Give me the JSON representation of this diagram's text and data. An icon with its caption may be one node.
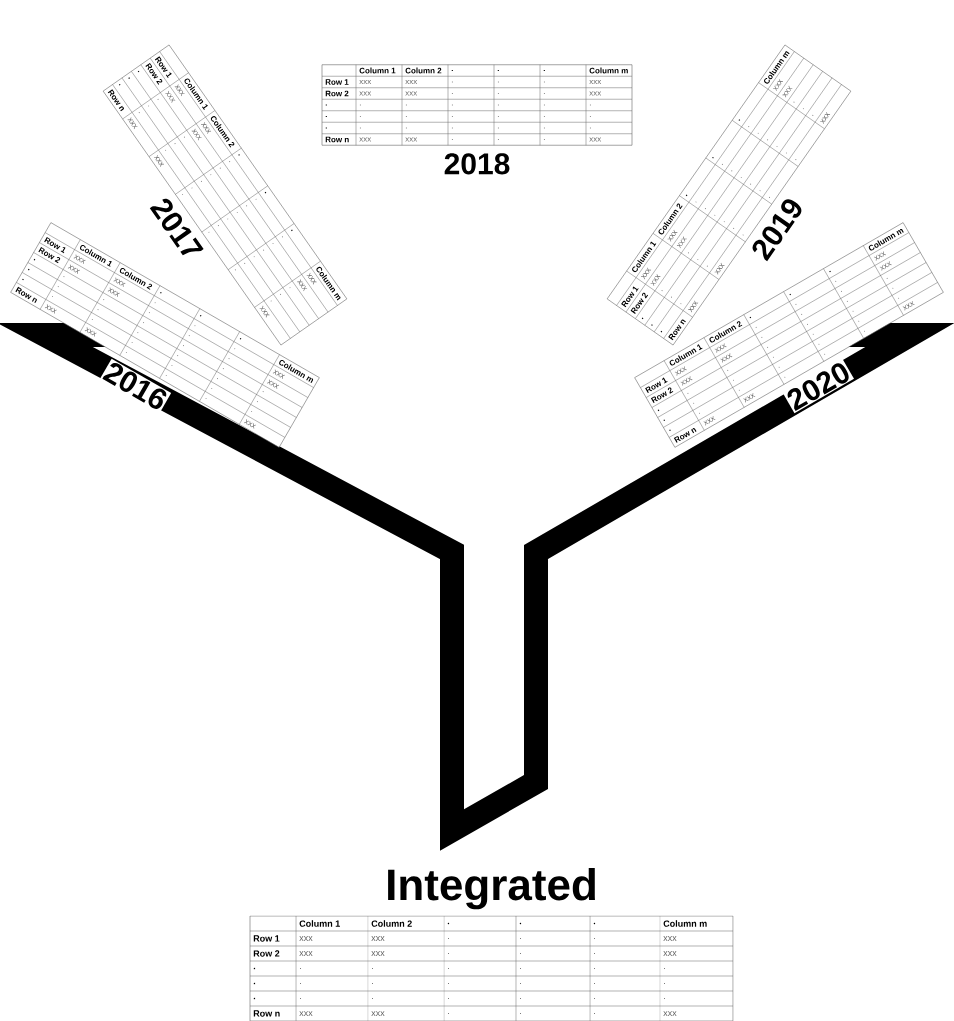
{
  "diagram": {
    "nodes": [
      {
        "text": [
          "2016"
        ]
      },
      {
        "text": [
          "2017"
        ]
      },
      {
        "text": [
          "2018"
        ]
      },
      {
        "text": [
          "2019"
        ]
      },
      {
        "text": [
          "2020"
        ]
      },
      {
        "text": [
          "Integrated"
        ]
      }
    ],
    "labels": [
      "Column 1",
      "Column 2",
      ".",
      ".",
      ".",
      "Column m",
      "Row 1",
      "xxx",
      "xxx",
      ".",
      ".",
      ".",
      "xxx",
      "Row 2",
      "xxx",
      "xxx",
      ".",
      ".",
      ".",
      "xxx",
      ".",
      ".",
      ".",
      ".",
      ".",
      ".",
      ".",
      ".",
      ".",
      ".",
      ".",
      ".",
      ".",
      ".",
      ".",
      ".",
      ".",
      ".",
      ".",
      ".",
      ".",
      "Row n",
      "xxx",
      "xxx",
      ".",
      ".",
      ".",
      "xxx",
      "Column 1",
      "Column 2",
      ".",
      ".",
      ".",
      "Column m",
      "Row 1",
      "xxx",
      "xxx",
      ".",
      ".",
      ".",
      "xxx",
      "Row 2",
      "xxx",
      "xxx",
      ".",
      ".",
      ".",
      "xxx",
      ".",
      ".",
      ".",
      ".",
      ".",
      ".",
      ".",
      ".",
      ".",
      ".",
      ".",
      ".",
      ".",
      ".",
      ".",
      ".",
      ".",
      ".",
      ".",
      ".",
      ".",
      "Row n",
      "xxx",
      "xxx",
      ".",
      ".",
      ".",
      "xxx",
      "Column 1",
      "Column 2",
      ".",
      ".",
      ".",
      "Column m",
      "Row 1",
      "xxx",
      "xxx",
      ".",
      ".",
      ".",
      "xxx",
      "Row 2",
      "xxx",
      "xxx",
      ".",
      ".",
      ".",
      "xxx",
      ".",
      ".",
      ".",
      ".",
      ".",
      ".",
      ".",
      ".",
      ".",
      ".",
      ".",
      ".",
      ".",
      ".",
      ".",
      ".",
      ".",
      ".",
      ".",
      ".",
      ".",
      "Row n",
      "xxx",
      "xxx",
      ".",
      ".",
      ".",
      "xxx",
      "Column 1",
      "Column 2",
      ".",
      ".",
      ".",
      "Column m",
      "Row 1",
      "xxx",
      "xxx",
      ".",
      ".",
      ".",
      "xxx",
      "Row 2",
      "xxx",
      "xxx",
      ".",
      ".",
      ".",
      "xxx",
      ".",
      ".",
      ".",
      ".",
      ".",
      ".",
      ".",
      ".",
      ".",
      ".",
      ".",
      ".",
      ".",
      ".",
      ".",
      ".",
      ".",
      ".",
      ".",
      ".",
      ".",
      "Row n",
      "xxx",
      "xxx",
      ".",
      ".",
      ".",
      "xxx",
      "Column 1",
      "Column 2",
      ".",
      ".",
      ".",
      "Column m",
      "Row 1",
      "xxx",
      "xxx",
      ".",
      ".",
      ".",
      "xxx",
      "Row 2",
      "xxx",
      "xxx",
      ".",
      ".",
      ".",
      "xxx",
      ".",
      ".",
      ".",
      ".",
      ".",
      ".",
      ".",
      ".",
      ".",
      ".",
      ".",
      ".",
      ".",
      ".",
      ".",
      ".",
      ".",
      ".",
      ".",
      ".",
      ".",
      "Row n",
      "xxx",
      "xxx",
      ".",
      ".",
      ".",
      "xxx",
      "Column 1",
      "Column 2",
      ".",
      ".",
      ".",
      "Column m",
      "Row 1",
      "xxx",
      "xxx",
      ".",
      ".",
      ".",
      "xxx",
      "Row 2",
      "xxx",
      "xxx",
      ".",
      ".",
      ".",
      "xxx",
      ".",
      ".",
      ".",
      ".",
      ".",
      ".",
      ".",
      ".",
      ".",
      ".",
      ".",
      ".",
      ".",
      ".",
      ".",
      ".",
      ".",
      ".",
      ".",
      ".",
      ".",
      "Row n",
      "xxx",
      "xxx",
      ".",
      ".",
      ".",
      "xxx"
    ]
  }
}
